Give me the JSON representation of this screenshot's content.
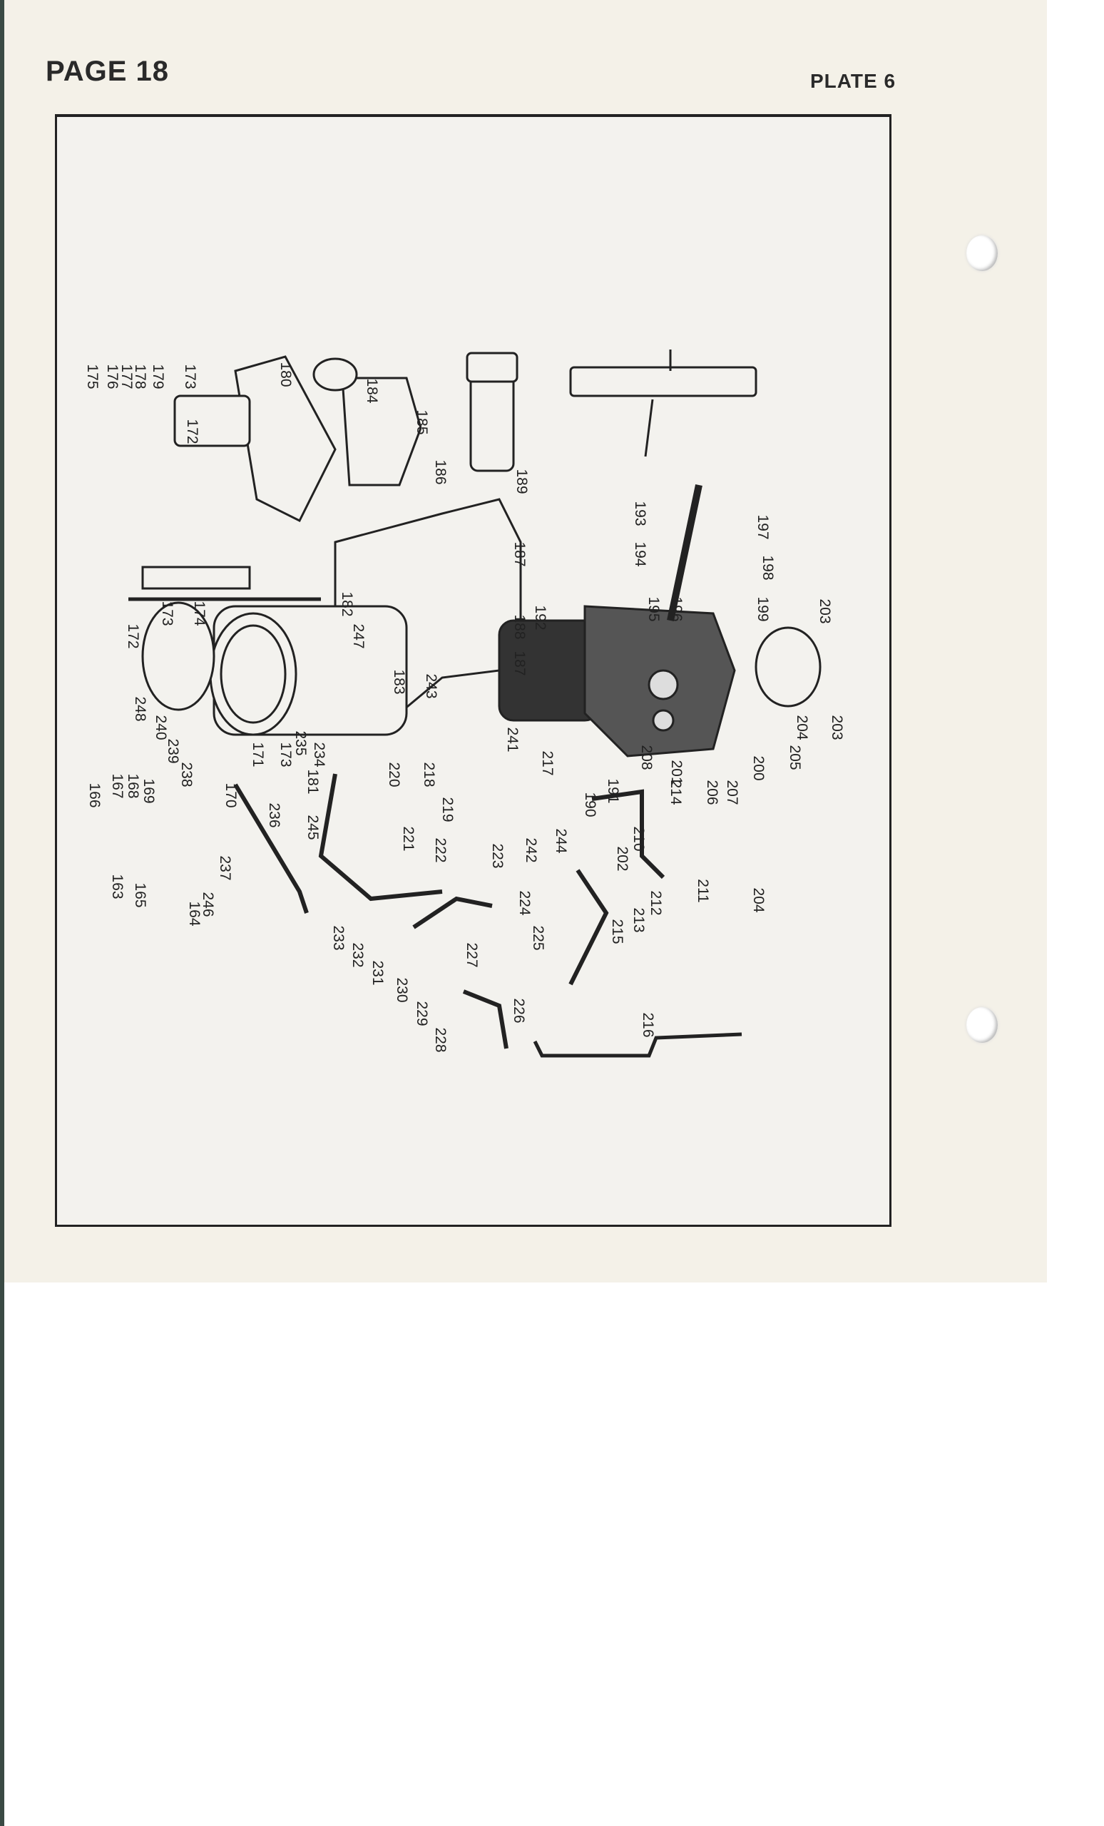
{
  "header": {
    "page": "PAGE 18",
    "plate": "PLATE 6"
  },
  "part_labels": [
    "175",
    "176",
    "177",
    "178",
    "179",
    "173",
    "180",
    "172",
    "184",
    "185",
    "186",
    "189",
    "172",
    "173",
    "174",
    "182",
    "247",
    "187",
    "188",
    "187",
    "192",
    "193",
    "194",
    "195",
    "196",
    "197",
    "198",
    "199",
    "248",
    "183",
    "243",
    "166",
    "167",
    "168",
    "169",
    "170",
    "171",
    "173",
    "181",
    "245",
    "242",
    "244",
    "190",
    "191",
    "201",
    "200",
    "202",
    "204",
    "163",
    "165",
    "164",
    "246",
    "240",
    "239",
    "238",
    "237",
    "236",
    "235",
    "234",
    "220",
    "218",
    "219",
    "221",
    "222",
    "223",
    "224",
    "225",
    "226",
    "227",
    "228",
    "229",
    "230",
    "231",
    "232",
    "233",
    "241",
    "217",
    "208",
    "214",
    "206",
    "207",
    "205",
    "204",
    "203",
    "203",
    "210",
    "212",
    "211",
    "213",
    "215",
    "216"
  ]
}
